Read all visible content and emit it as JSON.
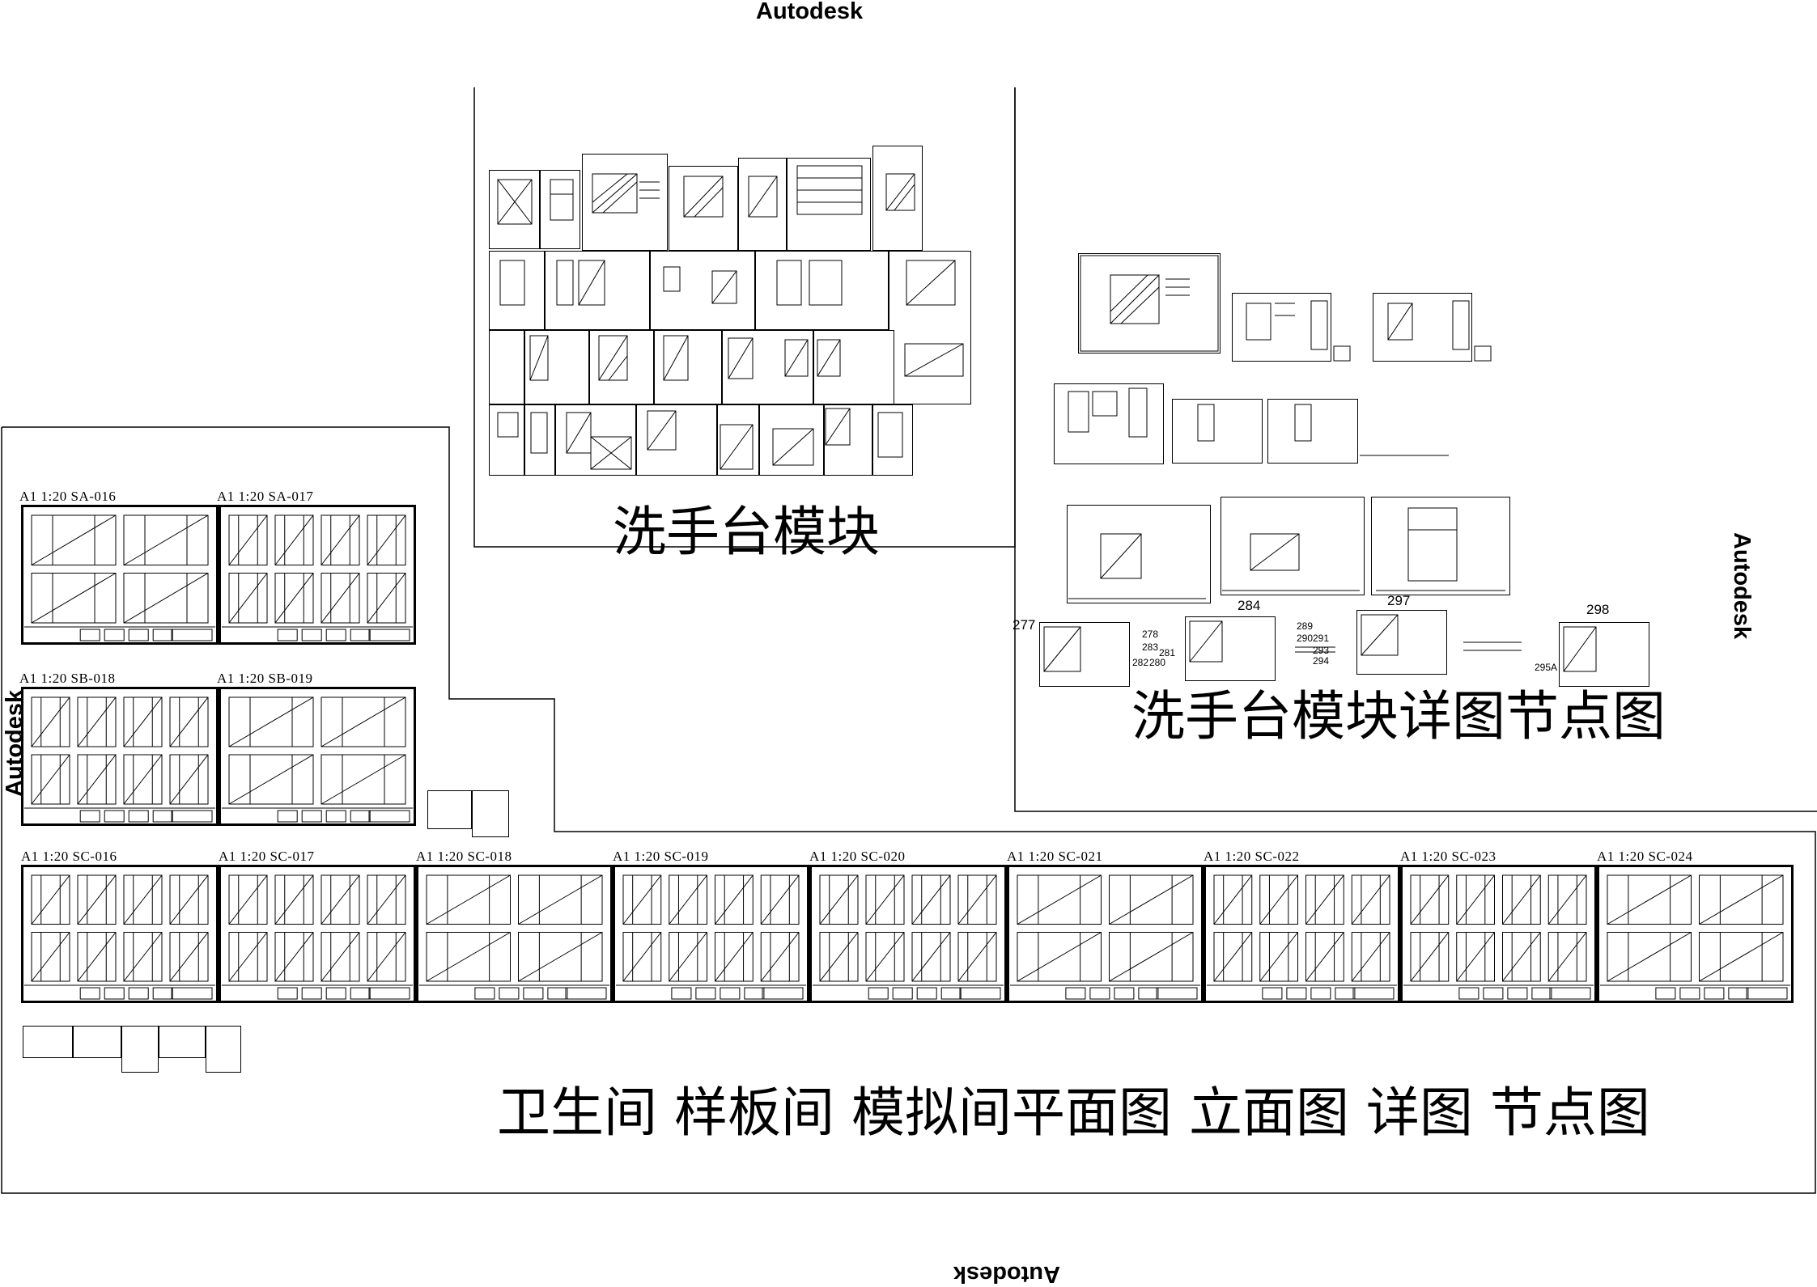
{
  "watermarks": {
    "top": "Autodesk",
    "right": "Autodesk",
    "left": "Autodesk",
    "bottom": "Autodesk"
  },
  "region_titles": {
    "basin_module": "洗手台模块",
    "basin_details": "洗手台模块详图节点图",
    "bathroom": "卫生间 样板间 模拟间平面图 立面图 详图 节点图"
  },
  "sheet_labels": {
    "sa016": "A1  1:20   SA-016",
    "sa017": "A1  1:20   SA-017",
    "sb018": "A1  1:20 SB-018",
    "sb019": "A1  1:20 SB-019",
    "sc016": "A1  1:20    SC-016",
    "sc017": "A1  1:20    SC-017",
    "sc018": "A1  1:20    SC-018",
    "sc019": "A1  1:20    SC-019",
    "sc020": "A1  1:20    SC-020",
    "sc021": "A1  1:20    SC-021",
    "sc022": "A1  1:20    SC-022",
    "sc023": "A1  1:20    SC-023",
    "sc024": "A1  1:20    SC-024"
  },
  "detail_numbers": {
    "n277": "277",
    "n278": "278",
    "n280": "280",
    "n281": "281",
    "n282": "282",
    "n283": "283",
    "n284": "284",
    "n289": "289",
    "n290": "290",
    "n291": "291",
    "n293": "293",
    "n294": "294",
    "n295a": "295A",
    "n297": "297",
    "n298": "298"
  },
  "colors": {
    "line": "#000000",
    "background": "#ffffff"
  }
}
